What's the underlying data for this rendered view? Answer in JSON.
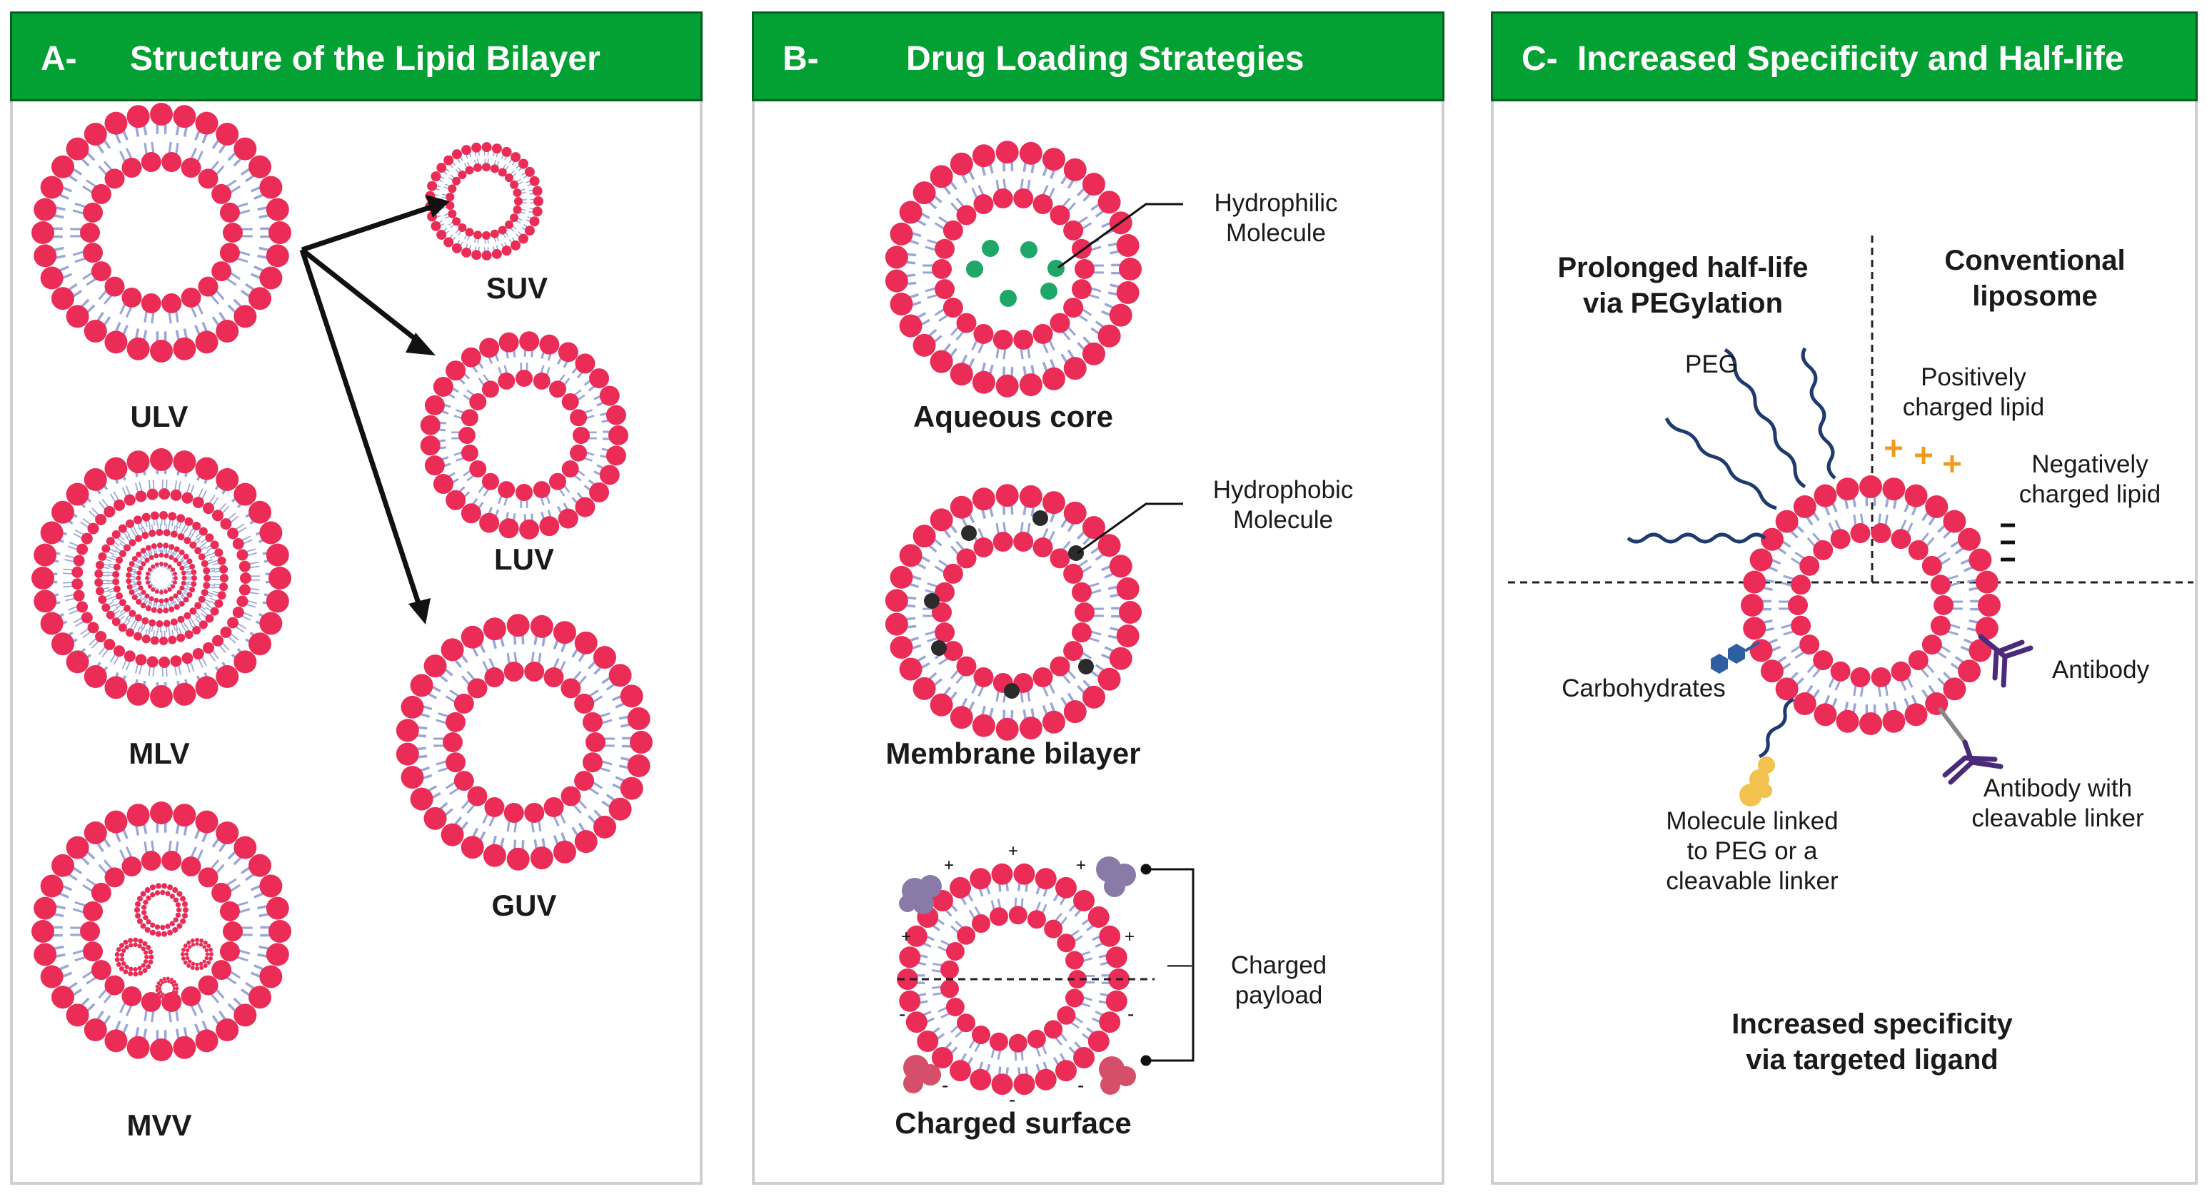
{
  "colors": {
    "header_green": "#03a133",
    "head_red": "#ea2c57",
    "tail_blue": "#9aa6d8",
    "peg_navy": "#1f3a6e",
    "antibody_purple": "#4b2a7a",
    "hydrophilic_green": "#1fa76a",
    "hydrophobic_dark": "#2b2b2b",
    "positive_orange": "#f29a1e",
    "payload_purple": "#8a7aa8",
    "payload_red": "#d64f6a",
    "molecule_yellow": "#f2c14e",
    "carb_blue": "#2f5fa0"
  },
  "panelA": {
    "letter": "A-",
    "title": "Structure of the Lipid Bilayer",
    "labels": {
      "ulv": "ULV",
      "mlv": "MLV",
      "mvv": "MVV",
      "suv": "SUV",
      "luv": "LUV",
      "guv": "GUV"
    }
  },
  "panelB": {
    "letter": "B-",
    "title": "Drug Loading Strategies",
    "labels": {
      "aqueous_core": "Aqueous core",
      "hydrophilic_1": "Hydrophilic",
      "hydrophilic_2": "Molecule",
      "membrane_bilayer": "Membrane bilayer",
      "hydrophobic_1": "Hydrophobic",
      "hydrophobic_2": "Molecule",
      "charged_surface": "Charged surface",
      "charged_payload_1": "Charged",
      "charged_payload_2": "payload",
      "minus_sign": "—"
    }
  },
  "panelC": {
    "letter": "C-",
    "title": "Increased Specificity and Half-life",
    "labels": {
      "prolonged_1": "Prolonged half-life",
      "prolonged_2": "via PEGylation",
      "conventional_1": "Conventional",
      "conventional_2": "liposome",
      "peg": "PEG",
      "positive_1": "Positively",
      "positive_2": "charged lipid",
      "negative_1": "Negatively",
      "negative_2": "charged lipid",
      "carbohydrates": "Carbohydrates",
      "antibody": "Antibody",
      "antibody_linker_1": "Antibody with",
      "antibody_linker_2": "cleavable linker",
      "molecule_1": "Molecule linked",
      "molecule_2": "to PEG or a",
      "molecule_3": "cleavable linker",
      "specificity_1": "Increased specificity",
      "specificity_2": "via targeted ligand"
    }
  }
}
